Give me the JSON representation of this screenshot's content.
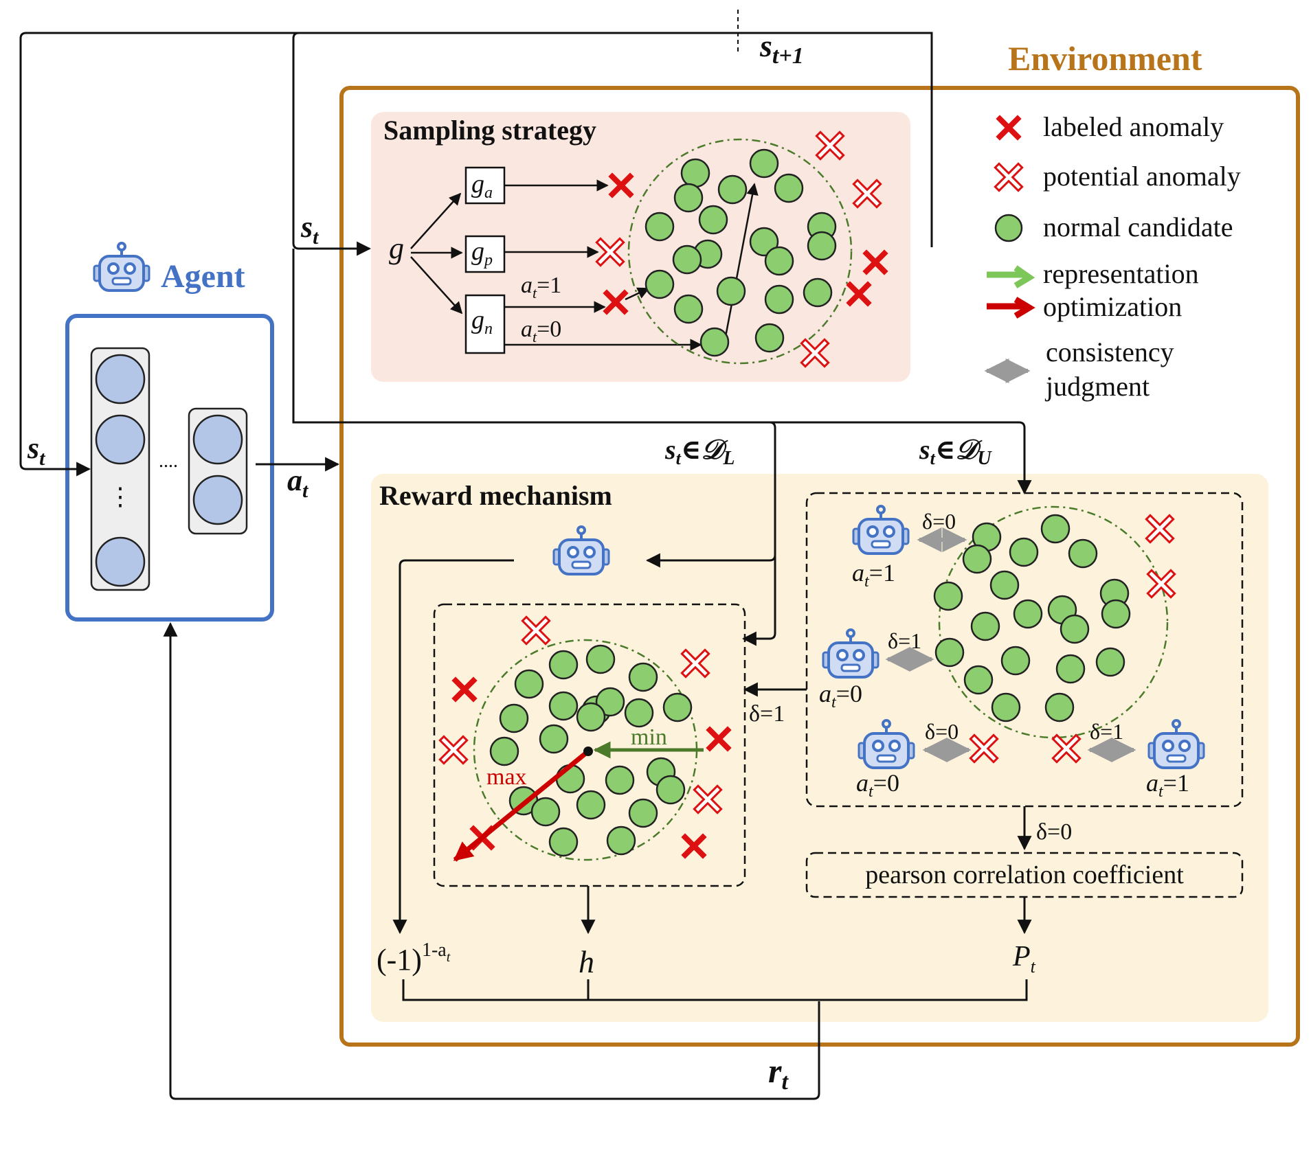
{
  "colors": {
    "environment": "#b8741a",
    "agent": "#4472c4",
    "sampling_bg": "#fae7df",
    "reward_bg": "#fdf3dc",
    "anomaly": "#dd1111",
    "normal": "#8ccd6f",
    "representation": "#7dc65a",
    "optimization": "#cc0000",
    "consistency": "#9a9a9a",
    "neuron": "#b4c6e7",
    "min_arrow": "#4a7a2a"
  },
  "labels": {
    "environment": "Environment",
    "agent": "Agent",
    "sampling": "Sampling strategy",
    "reward": "Reward mechanism",
    "pearson": "pearson correlation coefficient",
    "min": "min",
    "max": "max",
    "dots": "....",
    "vdots": "⋮"
  },
  "legend": {
    "labeled": "labeled anomaly",
    "potential": "potential anomaly",
    "normal": "normal candidate",
    "representation": "representation",
    "optimization": "optimization",
    "consistency_1": "consistency",
    "consistency_2": "judgment"
  },
  "math": {
    "s": "s",
    "t": "t",
    "t1": "t+1",
    "a": "a",
    "g": "g",
    "ga_sub": "a",
    "gp_sub": "p",
    "gn_sub": "n",
    "eq1": "=1",
    "eq0": "=0",
    "delta0": "δ=0",
    "delta1": "δ=1",
    "in": "∈",
    "DL": "𝒟",
    "L": "L",
    "U": "U",
    "neg1": "(-1)",
    "exp": "1-a",
    "h": "h",
    "P": "P",
    "r": "r"
  }
}
